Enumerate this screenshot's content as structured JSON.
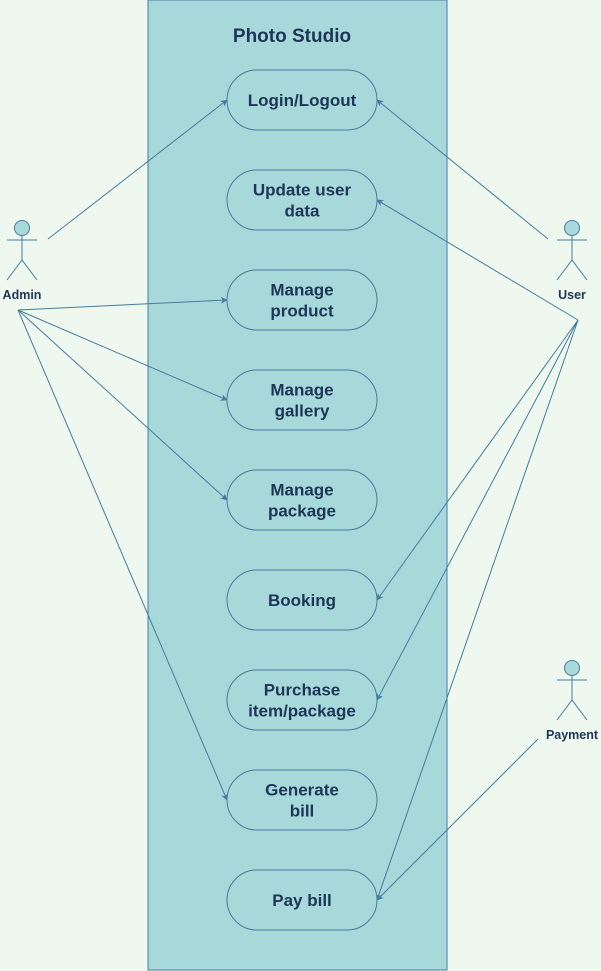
{
  "system": {
    "title": "Photo Studio",
    "fill": "#a8d9da",
    "stroke": "#457b9d"
  },
  "actors": [
    {
      "id": "admin",
      "label": "Admin"
    },
    {
      "id": "user",
      "label": "User"
    },
    {
      "id": "payment",
      "label": "Payment"
    }
  ],
  "use_cases": [
    {
      "id": "login",
      "lines": [
        "Login/Logout"
      ]
    },
    {
      "id": "update-user-data",
      "lines": [
        "Update user",
        "data"
      ]
    },
    {
      "id": "manage-product",
      "lines": [
        "Manage",
        "product"
      ]
    },
    {
      "id": "manage-gallery",
      "lines": [
        "Manage",
        "gallery"
      ]
    },
    {
      "id": "manage-package",
      "lines": [
        "Manage",
        "package"
      ]
    },
    {
      "id": "booking",
      "lines": [
        "Booking"
      ]
    },
    {
      "id": "purchase",
      "lines": [
        "Purchase",
        "item/package"
      ]
    },
    {
      "id": "generate-bill",
      "lines": [
        "Generate",
        "bill"
      ]
    },
    {
      "id": "pay-bill",
      "lines": [
        "Pay bill"
      ]
    }
  ],
  "associations": [
    {
      "from": "admin",
      "to": "login"
    },
    {
      "from": "admin",
      "to": "manage-product"
    },
    {
      "from": "admin",
      "to": "manage-gallery"
    },
    {
      "from": "admin",
      "to": "manage-package"
    },
    {
      "from": "admin",
      "to": "generate-bill"
    },
    {
      "from": "user",
      "to": "login"
    },
    {
      "from": "user",
      "to": "update-user-data"
    },
    {
      "from": "user",
      "to": "booking"
    },
    {
      "from": "user",
      "to": "purchase"
    },
    {
      "from": "user",
      "to": "pay-bill"
    },
    {
      "from": "payment",
      "to": "pay-bill"
    }
  ],
  "colors": {
    "background": "#eff8ee",
    "use_case_fill": "#a8d9da",
    "line": "#457b9d",
    "text": "#1d3557",
    "actor_fill": "#a8d9da"
  }
}
